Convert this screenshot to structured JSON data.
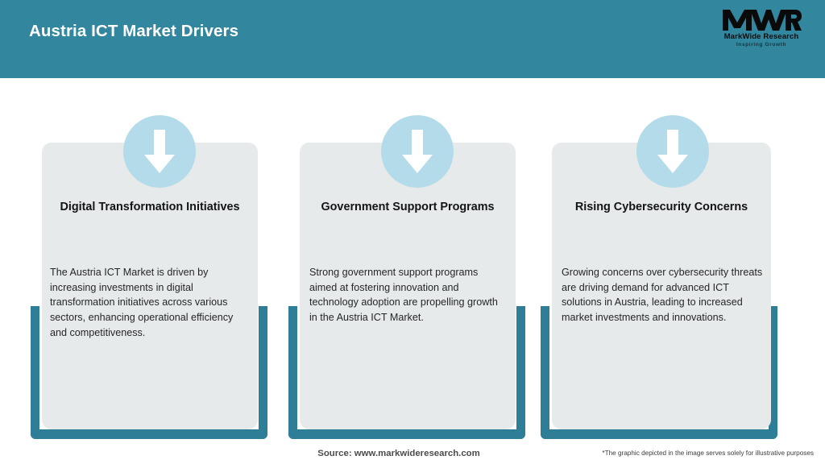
{
  "header": {
    "title": "Austria ICT Market Drivers",
    "band_color": "#32879f",
    "title_color": "#ffffff"
  },
  "logo": {
    "mark": "MWR",
    "name": "MarkWide Research",
    "tagline": "Inspiring Growth"
  },
  "theme": {
    "teal": "#2f7e97",
    "circle_blue": "#b4dbe9",
    "card_grey": "#e6eaeb",
    "arrow_white": "#ffffff"
  },
  "cards": [
    {
      "icon": "arrow-down-icon",
      "title": "Digital Transformation Initiatives",
      "body": "The Austria ICT Market is driven by increasing investments in digital transformation initiatives across various sectors, enhancing operational efficiency and competitiveness."
    },
    {
      "icon": "arrow-down-icon",
      "title": "Government Support Programs",
      "body": "Strong government support programs aimed at fostering innovation and technology adoption are propelling growth in the Austria ICT Market."
    },
    {
      "icon": "arrow-down-icon",
      "title": "Rising Cybersecurity Concerns",
      "body": "Growing concerns over cybersecurity threats are driving demand for advanced ICT solutions in Austria, leading to increased market investments and innovations."
    }
  ],
  "footer": {
    "source": "Source: www.markwideresearch.com",
    "disclaimer": "*The graphic depicted in the image serves solely for illustrative purposes"
  }
}
